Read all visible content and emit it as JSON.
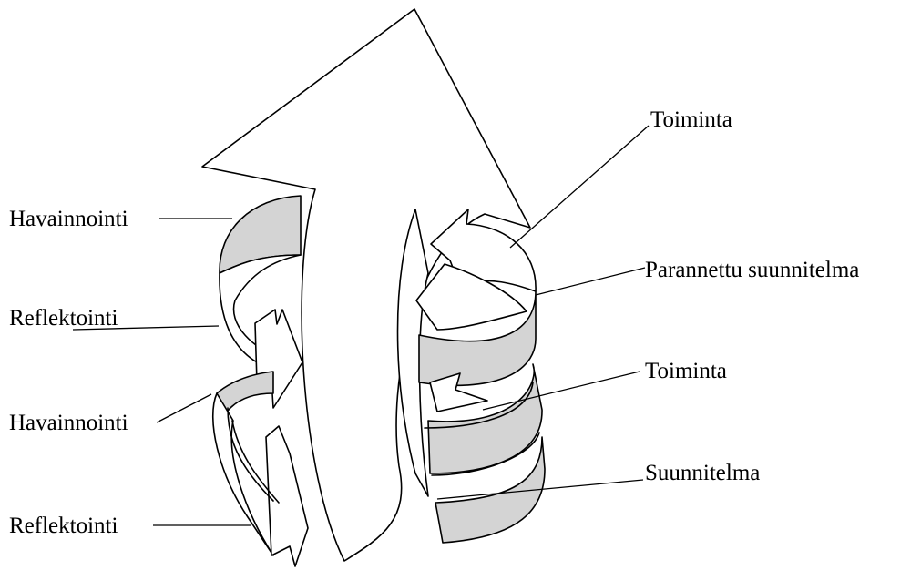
{
  "labels": {
    "left": [
      "Havainnointi",
      "Reflektointi",
      "Havainnointi",
      "Reflektointi"
    ],
    "right": [
      "Toiminta",
      "Parannettu suunnitelma",
      "Toiminta",
      "Suunnitelma"
    ]
  },
  "colors": {
    "stroke": "#000000",
    "ribbon_shade": "#d4d4d4",
    "background": "#ffffff"
  }
}
